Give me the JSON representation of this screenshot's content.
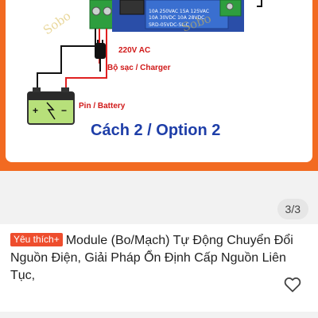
{
  "diagram": {
    "watermark_left": "Sobo",
    "watermark_right": "Sobo",
    "relay_label_1": "10A 250VAC 15A 125VAC",
    "relay_label_2": "10A 30VDC 10A 28VDC",
    "relay_model": "SRD-05VDC-SL-C",
    "ac_label": "220V AC",
    "charger_label": "Bộ sạc / Charger",
    "battery_label": "Pin / Battery",
    "battery_plus": "+",
    "battery_minus": "−",
    "option_title": "Cách 2 / Option 2"
  },
  "gallery": {
    "counter": "3/3"
  },
  "product": {
    "badge": "Yêu thích+",
    "title": "Module (Bo/Mạch) Tự Động Chuyển Đổi Nguồn Điện, Giải Pháp Ổn Định Cấp Nguồn Liên Tục,"
  },
  "colors": {
    "accent": "#f26a21",
    "badge": "#ee4d2d",
    "title_blue": "#1e3ea8",
    "label_red": "#d01818"
  }
}
